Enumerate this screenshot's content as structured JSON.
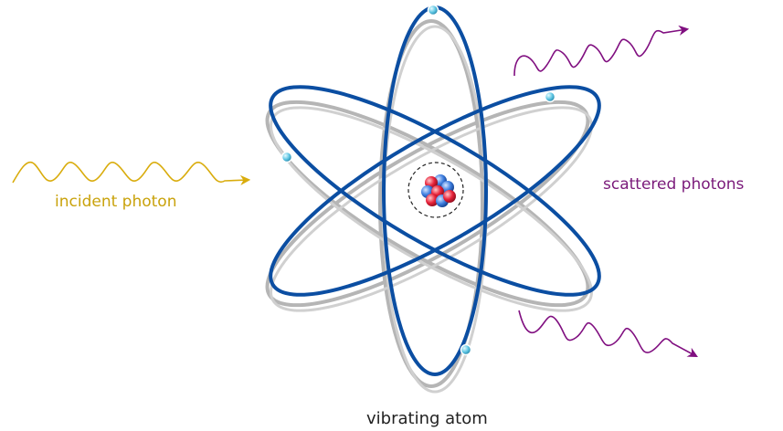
{
  "diagram": {
    "labels": {
      "incident": "incident photon",
      "scattered": "scattered photons",
      "atom": "vibrating atom"
    },
    "colors": {
      "incident_wave": "#d9ac0c",
      "incident_text": "#c9a20b",
      "scattered_wave": "#800f80",
      "scattered_text": "#7a1a7a",
      "orbit": "#0b4ea2",
      "orbit_shadow": "#b3b3b3",
      "electron": "#5fc6e3",
      "proton": "#e8233a",
      "neutron": "#3f7fe0"
    },
    "icons": {
      "nucleus": "atomic-nucleus-icon",
      "electron": "electron-icon"
    }
  }
}
